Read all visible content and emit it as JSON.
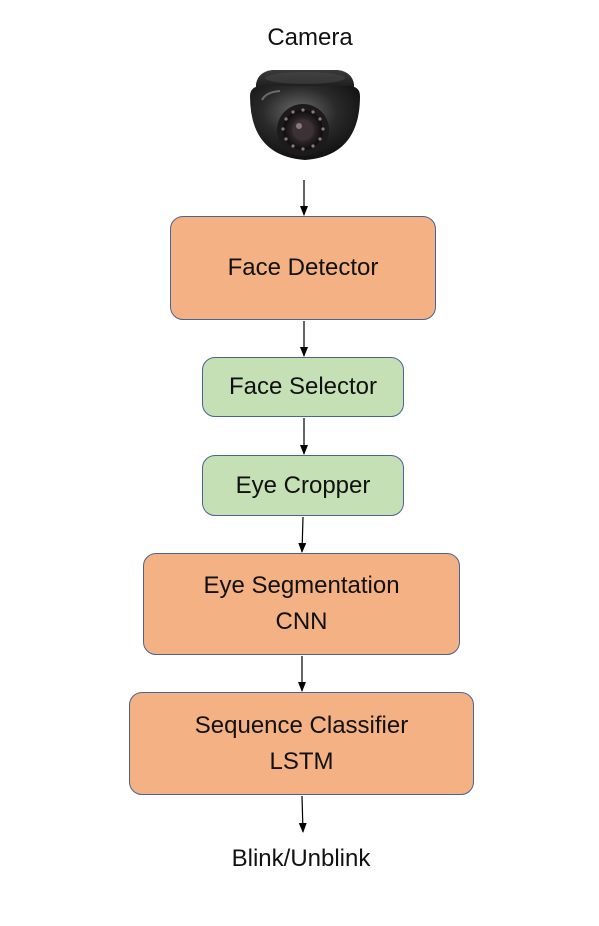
{
  "input_label": "Camera",
  "camera_icon": "dome-security-camera-icon",
  "colors": {
    "model_block": "#f4b183",
    "processing_block": "#c5e0b4",
    "block_border": "#4a6391",
    "arrow": "#000000"
  },
  "blocks": {
    "face_detector": {
      "line1": "Face Detector"
    },
    "face_selector": {
      "line1": "Face Selector"
    },
    "eye_cropper": {
      "line1": "Eye Cropper"
    },
    "eye_segmentation": {
      "line1": "Eye Segmentation",
      "line2": "CNN"
    },
    "sequence_classifier": {
      "line1": "Sequence Classifier",
      "line2": "LSTM"
    }
  },
  "output_label": "Blink/Unblink"
}
